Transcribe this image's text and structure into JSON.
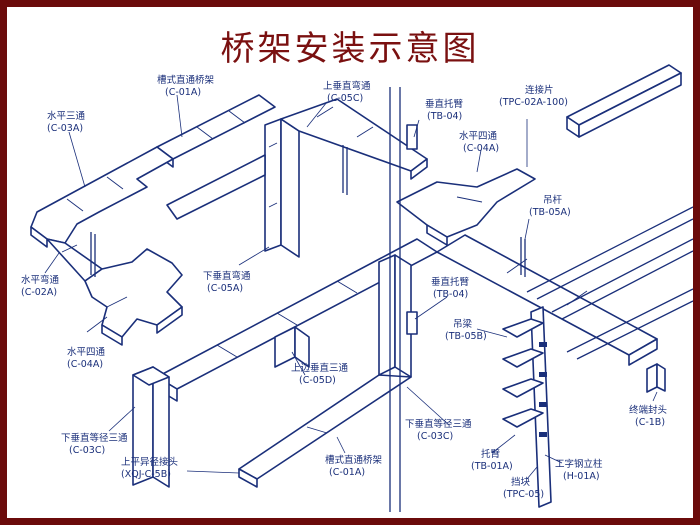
{
  "title": "桥架安装示意图",
  "labels": [
    {
      "id": "c01a-top",
      "name": "槽式直通桥架",
      "code": "(C-01A)"
    },
    {
      "id": "c03a",
      "name": "水平三通",
      "code": "(C-03A)"
    },
    {
      "id": "c05c",
      "name": "上垂直弯通",
      "code": "(C-05C)"
    },
    {
      "id": "tb04-top",
      "name": "垂直托臂",
      "code": "(TB-04)"
    },
    {
      "id": "tpc02a",
      "name": "连接片",
      "code": "(TPC-02A-100)"
    },
    {
      "id": "c04a-top",
      "name": "水平四通",
      "code": "(C-04A)"
    },
    {
      "id": "tb05a",
      "name": "吊杆",
      "code": "(TB-05A)"
    },
    {
      "id": "c02a",
      "name": "水平弯通",
      "code": "(C-02A)"
    },
    {
      "id": "c05a",
      "name": "下垂直弯通",
      "code": "(C-05A)"
    },
    {
      "id": "tb04-mid",
      "name": "垂直托臂",
      "code": "(TB-04)"
    },
    {
      "id": "tb05b",
      "name": "吊梁",
      "code": "(TB-05B)"
    },
    {
      "id": "c04a-left",
      "name": "水平四通",
      "code": "(C-04A)"
    },
    {
      "id": "c05d",
      "name": "上边垂直三通",
      "code": "(C-05D)"
    },
    {
      "id": "c03c-left",
      "name": "下垂直等径三通",
      "code": "(C-03C)"
    },
    {
      "id": "c03c-right",
      "name": "下垂直等径三通",
      "code": "(C-03C)"
    },
    {
      "id": "c1b",
      "name": "终端封头",
      "code": "(C-1B)"
    },
    {
      "id": "xqj",
      "name": "上平异径接头",
      "code": "(XQJ-C-5B)"
    },
    {
      "id": "c01a-bottom",
      "name": "槽式直通桥架",
      "code": "(C-01A)"
    },
    {
      "id": "tb01a",
      "name": "托臂",
      "code": "(TB-01A)"
    },
    {
      "id": "h01a",
      "name": "工字钢立柱",
      "code": "(H-01A)"
    },
    {
      "id": "tpc05",
      "name": "挡块",
      "code": "(TPC-05)"
    }
  ]
}
